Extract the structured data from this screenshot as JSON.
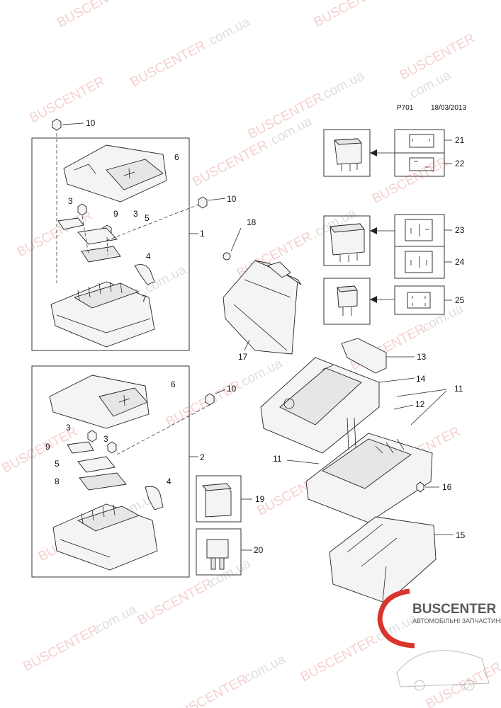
{
  "header": {
    "page_code": "P701",
    "date": "18/03/2013"
  },
  "watermark": {
    "text_a": "BUSCENTER",
    "text_b": ".com.ua"
  },
  "logo": {
    "name": "BUSCENTER",
    "tagline": "АВТОМОБІЛЬНІ ЗАПЧАСТИНИ"
  },
  "callouts": {
    "c1": "1",
    "c2": "2",
    "c3a": "3",
    "c3b": "3",
    "c3c": "3",
    "c3d": "3",
    "c4a": "4",
    "c4b": "4",
    "c5a": "5",
    "c5b": "5",
    "c6a": "6",
    "c6b": "6",
    "c7": "7",
    "c8": "8",
    "c9a": "9",
    "c9b": "9",
    "c10a": "10",
    "c10b": "10",
    "c10c": "10",
    "c11a": "11",
    "c11b": "11",
    "c12": "12",
    "c13": "13",
    "c14": "14",
    "c15": "15",
    "c16": "16",
    "c17": "17",
    "c18": "18",
    "c19": "19",
    "c20": "20",
    "c21": "21",
    "c22": "22",
    "c23": "23",
    "c24": "24",
    "c25": "25"
  },
  "colors": {
    "line": "#222222",
    "watermark_red": "#e0706c",
    "logo_red": "#d9342b"
  }
}
